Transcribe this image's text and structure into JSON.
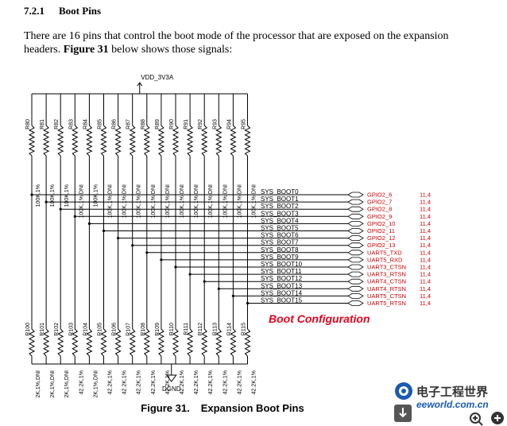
{
  "section": {
    "number": "7.2.1",
    "title": "Boot Pins"
  },
  "intro": {
    "text_before": "There are 16 pins that control the boot mode of the processor that are exposed on the expansion headers. ",
    "figure_ref": "Figure 31",
    "text_after": " below shows those signals:"
  },
  "schematic": {
    "power_label": "VDD_3V3A",
    "ground_label": "DGND",
    "banner": "Boot Configuration",
    "colors": {
      "wire": "#000000",
      "banner": "#e8001c",
      "gpio": "#cc0000"
    },
    "pullups": [
      {
        "ref": "R80",
        "value": "100K,1%"
      },
      {
        "ref": "R81",
        "value": "100K,1%"
      },
      {
        "ref": "R82",
        "value": "100K,1%"
      },
      {
        "ref": "R83",
        "value": "100K,1%,DNI"
      },
      {
        "ref": "R84",
        "value": "100K,1%"
      },
      {
        "ref": "R85",
        "value": "100K,1%,DNI"
      },
      {
        "ref": "R86",
        "value": "100K,1%,DNI"
      },
      {
        "ref": "R87",
        "value": "100K,1%,DNI"
      },
      {
        "ref": "R88",
        "value": "100K,1%,DNI"
      },
      {
        "ref": "R89",
        "value": "100K,1%,DNI"
      },
      {
        "ref": "R90",
        "value": "100K,1%,DNI"
      },
      {
        "ref": "R91",
        "value": "100K,1%,DNI"
      },
      {
        "ref": "R92",
        "value": "100K,1%,DNI"
      },
      {
        "ref": "R93",
        "value": "100K,1%,DNI"
      },
      {
        "ref": "R94",
        "value": "100K,1%,DNI"
      },
      {
        "ref": "R95",
        "value": "100K,1%,DNI"
      }
    ],
    "pulldowns": [
      {
        "ref": "R100",
        "value": "42.2K,1%,DNI"
      },
      {
        "ref": "R101",
        "value": "42.2K,1%,DNI"
      },
      {
        "ref": "R102",
        "value": "42.2K,1%,DNI"
      },
      {
        "ref": "R103",
        "value": "42.2K,1%"
      },
      {
        "ref": "R104",
        "value": "42.2K,1%,DNI"
      },
      {
        "ref": "R105",
        "value": "42.2K,1%"
      },
      {
        "ref": "R106",
        "value": "42.2K,1%"
      },
      {
        "ref": "R107",
        "value": "42.2K,1%"
      },
      {
        "ref": "R108",
        "value": "42.2K,1%"
      },
      {
        "ref": "R109",
        "value": "42.2K,1%"
      },
      {
        "ref": "R110",
        "value": "42.2K,1%"
      },
      {
        "ref": "R111",
        "value": "42.2K,1%"
      },
      {
        "ref": "R112",
        "value": "42.2K,1%"
      },
      {
        "ref": "R113",
        "value": "42.2K,1%"
      },
      {
        "ref": "R114",
        "value": "42.2K,1%"
      },
      {
        "ref": "R115",
        "value": "42.2K,1%"
      }
    ],
    "signals": [
      {
        "net": "SYS_BOOT0",
        "pin": "GPIO2_6",
        "ref": "11,4"
      },
      {
        "net": "SYS_BOOT1",
        "pin": "GPIO2_7",
        "ref": "11,4"
      },
      {
        "net": "SYS_BOOT2",
        "pin": "GPIO2_8",
        "ref": "11,4"
      },
      {
        "net": "SYS_BOOT3",
        "pin": "GPIO2_9",
        "ref": "11,4"
      },
      {
        "net": "SYS_BOOT4",
        "pin": "GPIO2_10",
        "ref": "11,4"
      },
      {
        "net": "SYS_BOOT5",
        "pin": "GPIO2_11",
        "ref": "11,4"
      },
      {
        "net": "SYS_BOOT6",
        "pin": "GPIO2_12",
        "ref": "11,4"
      },
      {
        "net": "SYS_BOOT7",
        "pin": "GPIO2_13",
        "ref": "11,4"
      },
      {
        "net": "SYS_BOOT8",
        "pin": "UART5_TXD",
        "ref": "11,4"
      },
      {
        "net": "SYS_BOOT9",
        "pin": "UART5_RXD",
        "ref": "11,4"
      },
      {
        "net": "SYS_BOOT10",
        "pin": "UART3_CTSN",
        "ref": "11,4"
      },
      {
        "net": "SYS_BOOT11",
        "pin": "UART3_RTSN",
        "ref": "11,4"
      },
      {
        "net": "SYS_BOOT12",
        "pin": "UART4_CTSN",
        "ref": "11,4"
      },
      {
        "net": "SYS_BOOT13",
        "pin": "UART4_RTSN",
        "ref": "11,4"
      },
      {
        "net": "SYS_BOOT14",
        "pin": "UART5_CTSN",
        "ref": "11,4"
      },
      {
        "net": "SYS_BOOT15",
        "pin": "UART5_RTSN",
        "ref": "11,4"
      }
    ]
  },
  "caption": {
    "label": "Figure 31.",
    "title": "Expansion Boot Pins"
  },
  "watermark": {
    "title": "电子工程世界",
    "site": "eeworld.com.cn",
    "colors": {
      "blue": "#1a5bb0",
      "dark": "#333333"
    }
  }
}
